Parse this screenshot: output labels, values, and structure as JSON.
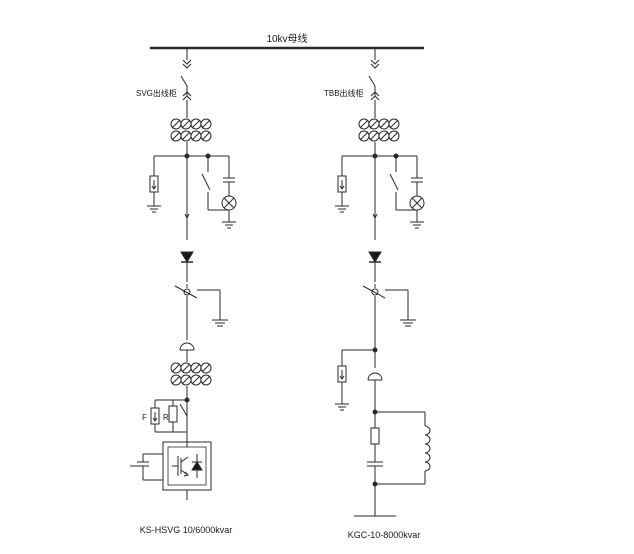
{
  "bus": {
    "label": "10kv母线"
  },
  "left": {
    "cabinet_label": "SVG出线柜",
    "f_label": "F",
    "r_label": "R",
    "device_label": "KS-HSVG  10/6000kvar"
  },
  "right": {
    "cabinet_label": "TBB出线柜",
    "device_label": "KGC-10-8000kvar"
  },
  "colors": {
    "line": "#2a2a2a",
    "background": "#ffffff"
  }
}
